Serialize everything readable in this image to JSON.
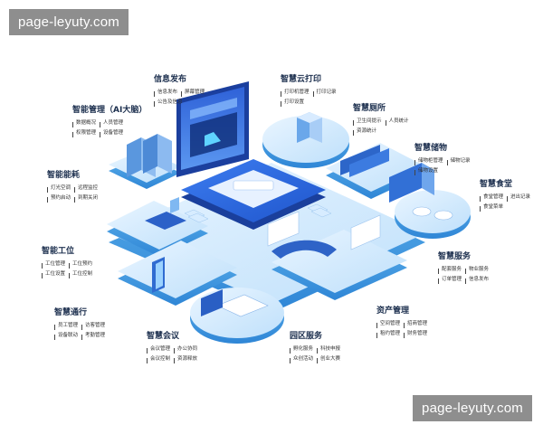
{
  "watermark": {
    "top": "page-leyuty.com",
    "bottom": "page-leyuty.com"
  },
  "modules": [
    {
      "id": "info-publish",
      "title": "信息发布",
      "rows": [
        [
          "信息发布",
          "屏幕管理"
        ],
        [
          "公告及信息"
        ]
      ]
    },
    {
      "id": "smart-print",
      "title": "智慧云打印",
      "rows": [
        [
          "打印机管理",
          "打印记录"
        ],
        [
          "打印设置"
        ]
      ]
    },
    {
      "id": "smart-manage",
      "title": "智能管理（AI大脑）",
      "rows": [
        [
          "数据概况",
          "人员管理"
        ],
        [
          "权限管理",
          "设备管理"
        ]
      ]
    },
    {
      "id": "smart-toilet",
      "title": "智慧厕所",
      "rows": [
        [
          "卫生间提示",
          "人员统计"
        ],
        [
          "资源统计"
        ]
      ]
    },
    {
      "id": "smart-storage",
      "title": "智慧储物",
      "rows": [
        [
          "储物柜管理",
          "储物记录"
        ],
        [
          "储物设置"
        ]
      ]
    },
    {
      "id": "smart-energy",
      "title": "智能能耗",
      "rows": [
        [
          "灯光空调",
          "远程监控"
        ],
        [
          "预约启动",
          "到期关闭"
        ]
      ]
    },
    {
      "id": "smart-canteen",
      "title": "智慧食堂",
      "rows": [
        [
          "食堂管理",
          "进出记录"
        ],
        [
          "食堂菜单"
        ]
      ]
    },
    {
      "id": "smart-station",
      "title": "智能工位",
      "rows": [
        [
          "工位管理",
          "工位预约"
        ],
        [
          "工位设置",
          "工位控制"
        ]
      ]
    },
    {
      "id": "smart-service",
      "title": "智慧服务",
      "rows": [
        [
          "配套服务",
          "物业服务"
        ],
        [
          "订单管理",
          "信息发布"
        ]
      ]
    },
    {
      "id": "smart-access",
      "title": "智慧通行",
      "rows": [
        [
          "员工管理",
          "访客管理"
        ],
        [
          "设备联动",
          "考勤管理"
        ]
      ]
    },
    {
      "id": "asset-manage",
      "title": "资产管理",
      "rows": [
        [
          "空间管理",
          "招商管理"
        ],
        [
          "租约管理",
          "财务管理"
        ]
      ]
    },
    {
      "id": "smart-meeting",
      "title": "智慧会议",
      "rows": [
        [
          "会议管理",
          "办公协同"
        ],
        [
          "会议控制",
          "资源释放"
        ]
      ]
    },
    {
      "id": "park-service",
      "title": "园区服务",
      "rows": [
        [
          "孵化服务",
          "科技申报"
        ],
        [
          "众创活动",
          "创业大赛"
        ]
      ]
    }
  ]
}
